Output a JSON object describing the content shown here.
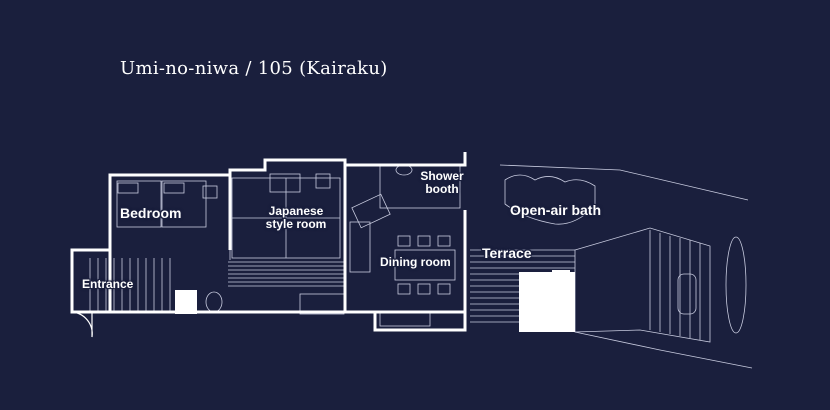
{
  "title": "Umi-no-niwa / 105 (Kairaku)",
  "rooms": {
    "bedroom": "Bedroom",
    "japanese": "Japanese\nstyle room",
    "shower": "Shower\nbooth",
    "openair": "Open-air bath",
    "dining": "Dining room",
    "terrace": "Terrace",
    "entrance": "Entrance"
  },
  "colors": {
    "background": "#1a1f3d",
    "wall": "#ffffff",
    "line": "#c9cce0"
  }
}
